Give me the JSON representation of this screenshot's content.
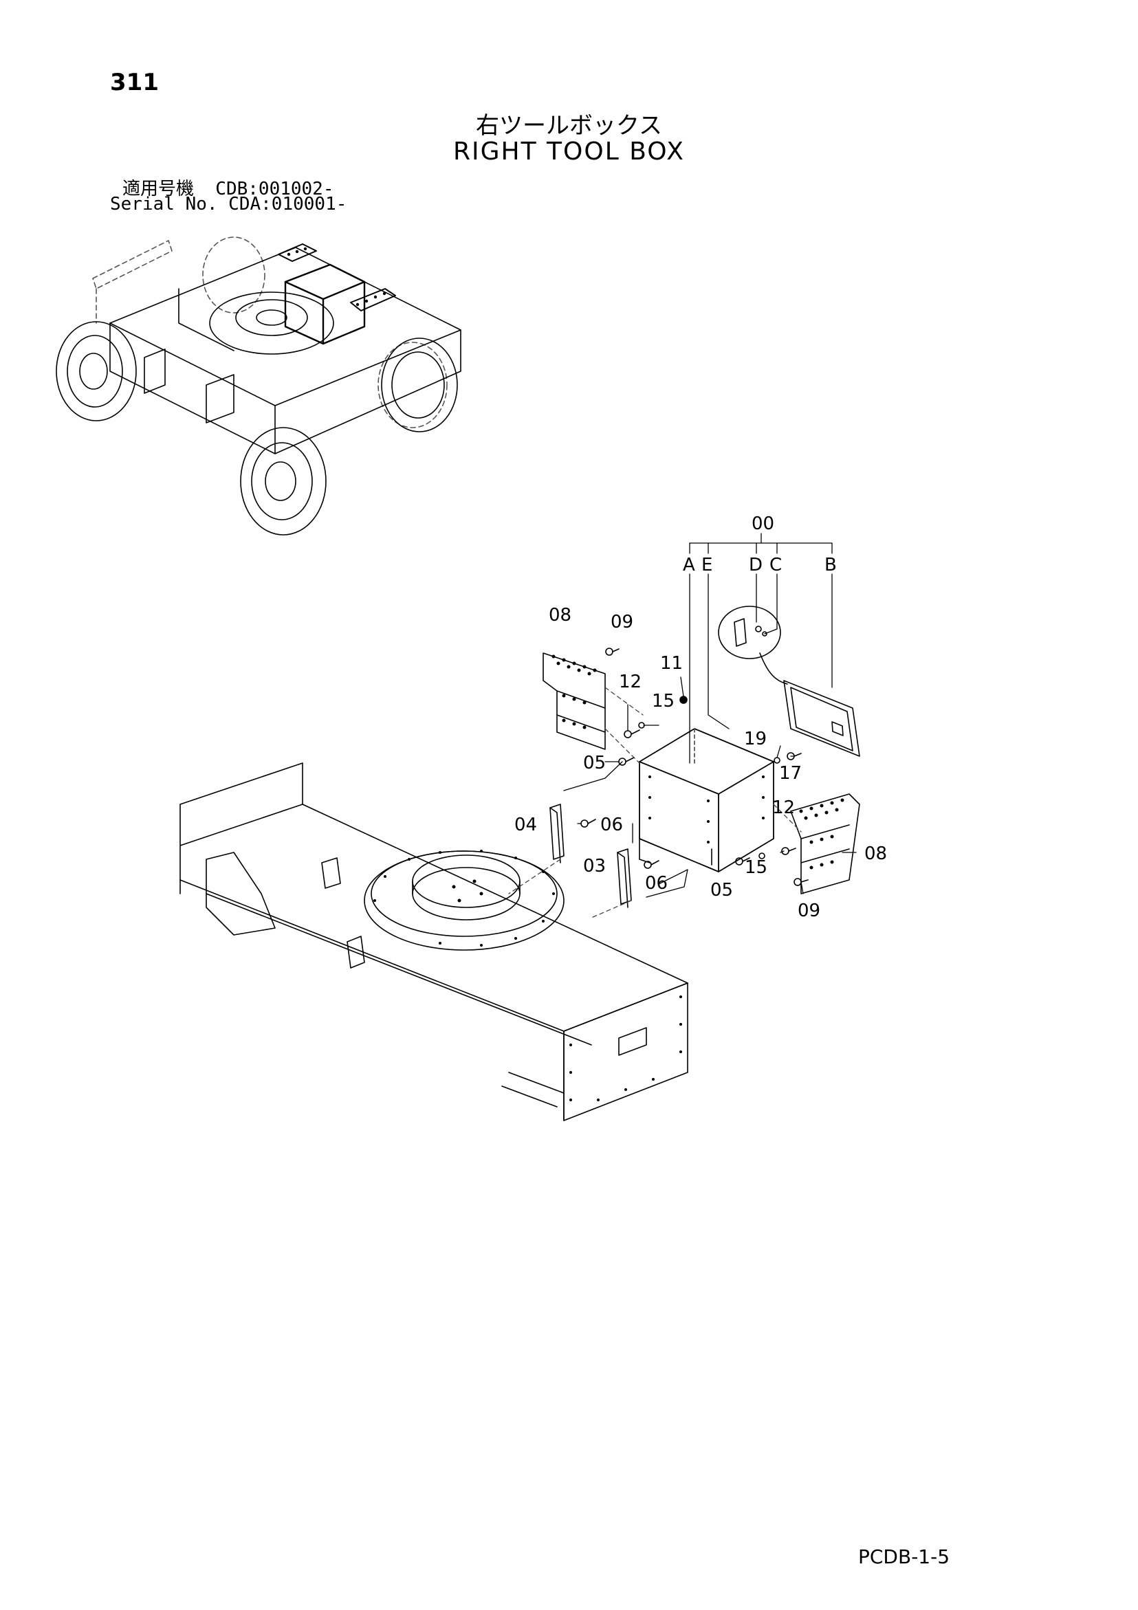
{
  "header": {
    "page_number": "311",
    "title_jp": "右ツールボックス",
    "title_en": "RIGHT TOOL BOX",
    "serial_line_1": "適用号機  CDB:001002-",
    "serial_line_2": "Serial No. CDA:010001-"
  },
  "callouts": {
    "c00": "00",
    "cA": "A",
    "cE": "E",
    "cD": "D",
    "cC": "C",
    "cB": "B",
    "c08a": "08",
    "c09a": "09",
    "c11": "11",
    "c12a": "12",
    "c15a": "15",
    "c19": "19",
    "c17": "17",
    "c05a": "05",
    "c04": "04",
    "c06a": "06",
    "c12b": "12",
    "c08b": "08",
    "c03": "03",
    "c06b": "06",
    "c05b": "05",
    "c15b": "15",
    "c09b": "09"
  },
  "footer": {
    "code": "PCDB-1-5"
  }
}
